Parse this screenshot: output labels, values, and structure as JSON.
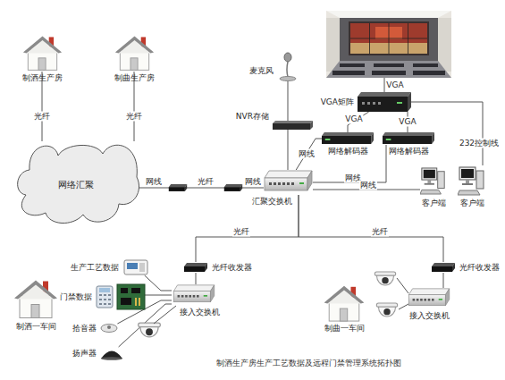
{
  "diagram": {
    "caption": "制酒生产房生产工艺数据及远程门禁管理系统拓扑图",
    "nodes": [
      {
        "text": [
          "制酒生产房"
        ]
      },
      {
        "text": [
          "制曲生产房"
        ]
      },
      {
        "text": [
          "麦克风"
        ]
      },
      {
        "text": [
          "NVR存储"
        ]
      },
      {
        "text": [
          "VGA矩阵"
        ]
      },
      {
        "text": [
          "网络汇聚"
        ]
      },
      {
        "text": [
          "汇聚交换机"
        ]
      },
      {
        "text": [
          "网络解码器"
        ]
      },
      {
        "text": [
          "网络解码器"
        ]
      },
      {
        "text": [
          "客户端"
        ]
      },
      {
        "text": [
          "客户端"
        ]
      },
      {
        "text": [
          "光纤收发器"
        ]
      },
      {
        "text": [
          "光纤收发器"
        ]
      },
      {
        "text": [
          "生产工艺数据"
        ]
      },
      {
        "text": [
          "门禁数据"
        ]
      },
      {
        "text": [
          "接入交换机"
        ]
      },
      {
        "text": [
          "拾音器"
        ]
      },
      {
        "text": [
          "扬声器"
        ]
      },
      {
        "text": [
          "制酒一车间"
        ]
      },
      {
        "text": [
          "接入交换机"
        ]
      },
      {
        "text": [
          "制曲一车间"
        ]
      }
    ],
    "edges": [
      {
        "from": 0,
        "to": 5,
        "arrow": "none",
        "label": "光纤"
      },
      {
        "from": 1,
        "to": 5,
        "arrow": "none",
        "label": "光纤"
      },
      {
        "from": 5,
        "to": 6,
        "arrow": "none",
        "label": "光纤"
      },
      {
        "from": 2,
        "to": 3,
        "arrow": "none"
      },
      {
        "from": 3,
        "to": 6,
        "arrow": "none"
      },
      {
        "from": 4,
        "to": 7,
        "arrow": "none",
        "label": "VGA"
      },
      {
        "from": 4,
        "to": 8,
        "arrow": "none",
        "label": "VGA"
      },
      {
        "from": 4,
        "to": 10,
        "arrow": "none",
        "label": "232控制线"
      },
      {
        "from": 6,
        "to": 7,
        "arrow": "none",
        "label": "网线"
      },
      {
        "from": 6,
        "to": 8,
        "arrow": "none",
        "label": "网线"
      },
      {
        "from": 6,
        "to": 9,
        "arrow": "none",
        "label": "网线"
      },
      {
        "from": 6,
        "to": 11,
        "arrow": "none",
        "label": "光纤"
      },
      {
        "from": 6,
        "to": 12,
        "arrow": "none",
        "label": "光纤"
      },
      {
        "from": 11,
        "to": 15,
        "arrow": "none"
      },
      {
        "from": 12,
        "to": 19,
        "arrow": "none"
      },
      {
        "from": 13,
        "to": 15,
        "arrow": "none"
      },
      {
        "from": 14,
        "to": 15,
        "arrow": "none"
      },
      {
        "from": 16,
        "to": 15,
        "arrow": "none"
      },
      {
        "from": 17,
        "to": 15,
        "arrow": "none"
      }
    ],
    "labels": [
      "网线",
      "网线",
      "VGA"
    ]
  }
}
